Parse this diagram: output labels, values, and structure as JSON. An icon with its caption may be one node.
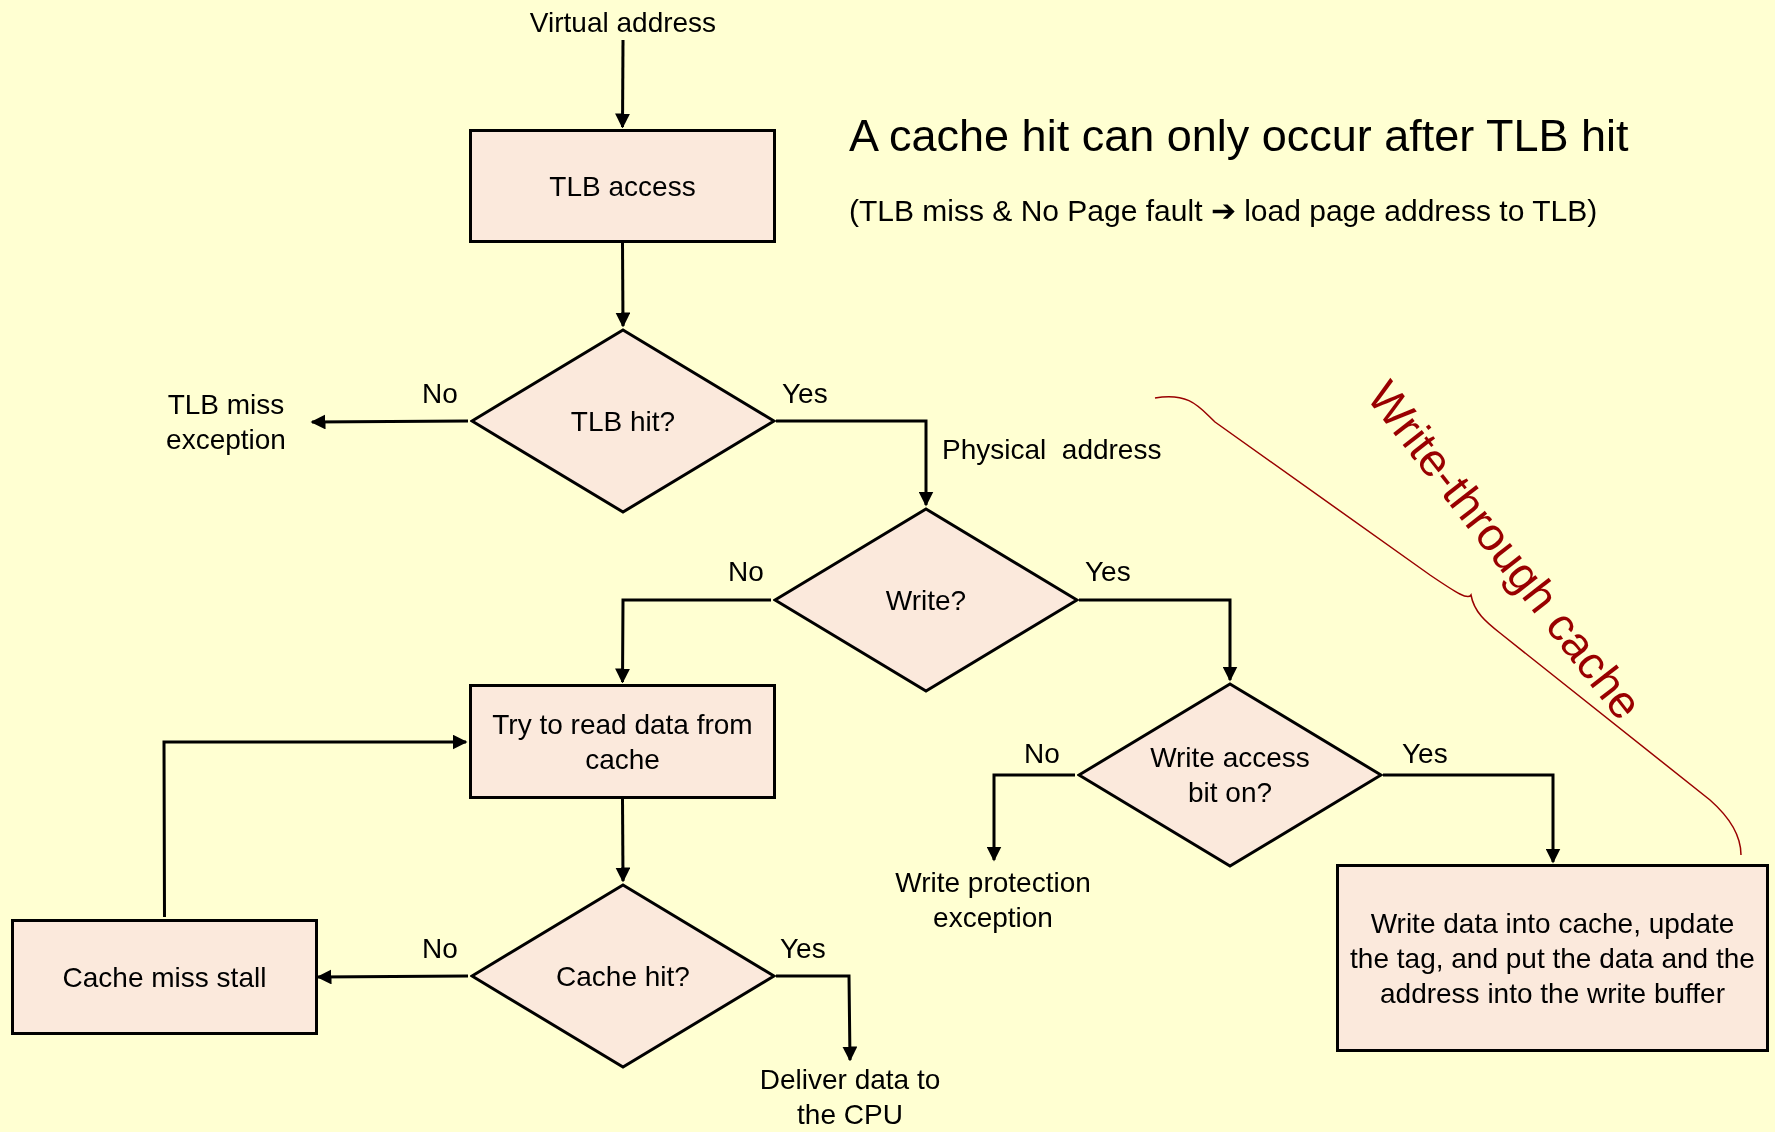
{
  "diagram": {
    "title": "A cache hit can only occur after TLB hit",
    "nodes": [
      {
        "text": [
          "Virtual address"
        ]
      },
      {
        "text": [
          "TLB access"
        ]
      },
      {
        "text": [
          "TLB hit?"
        ]
      },
      {
        "text": [
          "TLB miss exception"
        ]
      },
      {
        "text": [
          "Write?"
        ]
      },
      {
        "text": [
          "Try to read data from cache"
        ]
      },
      {
        "text": [
          "Write access bit on?"
        ]
      },
      {
        "text": [
          "Write protection exception"
        ]
      },
      {
        "text": [
          "Write data into cache, update the tag, and put the data and the address into the write buffer"
        ]
      },
      {
        "text": [
          "Cache miss stall"
        ]
      },
      {
        "text": [
          "Cache hit?"
        ]
      },
      {
        "text": [
          "Deliver data to the CPU"
        ]
      }
    ],
    "edges": [
      {
        "from": 0,
        "to": 1,
        "arrow": "to"
      },
      {
        "from": 1,
        "to": 2,
        "arrow": "to"
      },
      {
        "from": 2,
        "to": 3,
        "arrow": "to",
        "label": "No"
      },
      {
        "from": 2,
        "to": 4,
        "arrow": "to",
        "label": "Yes"
      },
      {
        "from": 4,
        "to": 5,
        "arrow": "to",
        "label": "No"
      },
      {
        "from": 4,
        "to": 6,
        "arrow": "to",
        "label": "Yes"
      },
      {
        "from": 6,
        "to": 7,
        "arrow": "to",
        "label": "No"
      },
      {
        "from": 6,
        "to": 8,
        "arrow": "to",
        "label": "Yes"
      },
      {
        "from": 5,
        "to": 10,
        "arrow": "to"
      },
      {
        "from": 10,
        "to": 9,
        "arrow": "to",
        "label": "No"
      },
      {
        "from": 10,
        "to": 11,
        "arrow": "to",
        "label": "Yes"
      },
      {
        "from": 9,
        "to": 5,
        "arrow": "to"
      }
    ],
    "labels": [
      "(TLB miss & No Page fault ➔ load page address to TLB)",
      "Physical  address",
      "Write-through cache"
    ]
  }
}
